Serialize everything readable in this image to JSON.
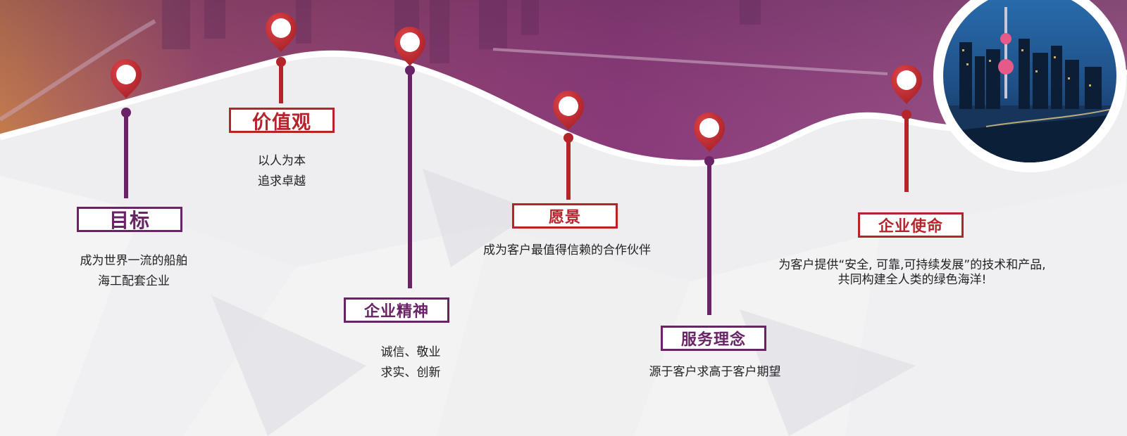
{
  "items": [
    {
      "id": "target",
      "title": "目标",
      "lines": [
        "成为世界一流的船舶",
        "海工配套企业"
      ]
    },
    {
      "id": "values",
      "title": "价值观",
      "lines": [
        "以人为本",
        "追求卓越"
      ]
    },
    {
      "id": "spirit",
      "title": "企业精神",
      "lines": [
        "诚信、敬业",
        "求实、创新"
      ]
    },
    {
      "id": "vision",
      "title": "愿景",
      "lines": [
        "成为客户最值得信赖的合作伙伴"
      ]
    },
    {
      "id": "service",
      "title": "服务理念",
      "lines": [
        "源于客户求高于客户期望"
      ]
    },
    {
      "id": "mission",
      "title": "企业使命",
      "lines": [
        "为客户提供“安全, 可靠,可持续发展”的技术和产品,",
        "共同构建全人类的绿色海洋!"
      ]
    }
  ],
  "colors": {
    "red": "#b3252b",
    "purple": "#6a2366",
    "background": "#eeeef0",
    "banner": "#8a3a7a"
  },
  "icons": [
    "map-pin-icon"
  ]
}
